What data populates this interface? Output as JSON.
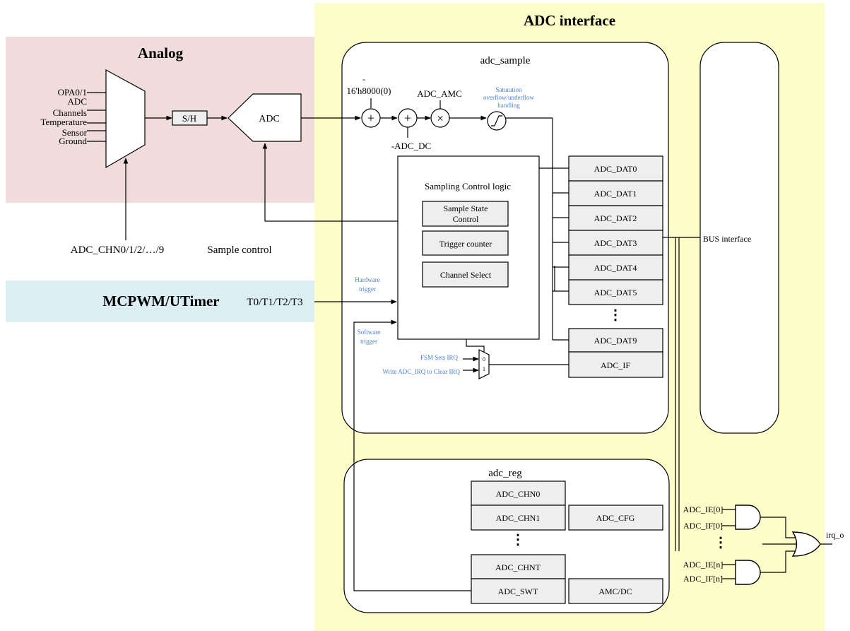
{
  "regions": {
    "adc_interface_title": "ADC interface",
    "analog_title": "Analog",
    "mcpwm_title": "MCPWM/UTimer"
  },
  "colors": {
    "adc_interface_bg": "#fdfdc9",
    "analog_bg": "#efdcdb",
    "mcpwm_bg": "#daeef3",
    "annotation_blue": "#4a7fd4",
    "register_fill": "#eeeeee"
  },
  "analog": {
    "mux_inputs": [
      "OPA0/1",
      "ADC",
      "Channels",
      "Temperature",
      "Sensor",
      "Ground"
    ],
    "sample_hold": "S/H",
    "adc": "ADC",
    "channel_select_label": "ADC_CHN0/1/2/…/9",
    "sample_control_label": "Sample control"
  },
  "mcpwm": {
    "triggers": "T0/T1/T2/T3",
    "hardware_trigger": [
      "Hardware",
      "trigger"
    ],
    "software_trigger": [
      "Software",
      "trigger"
    ]
  },
  "adc_sample": {
    "title": "adc_sample",
    "minus_sign": "-",
    "offset_const": "16'h8000(0)",
    "amc": "ADC_AMC",
    "dc": "-ADC_DC",
    "saturation": [
      "Saturation",
      "overflow/underflow",
      "handling"
    ],
    "adder_symbol": "+",
    "multiplier_symbol": "×",
    "control_logic": {
      "title": "Sampling Control logic",
      "state": [
        "Sample State",
        "Control"
      ],
      "trigger_counter": "Trigger counter",
      "channel_select": "Channel Select"
    },
    "data_registers": [
      "ADC_DAT0",
      "ADC_DAT1",
      "ADC_DAT2",
      "ADC_DAT3",
      "ADC_DAT4",
      "ADC_DAT5"
    ],
    "last_data_register": "ADC_DAT9",
    "interrupt_flag": "ADC_IF",
    "fsm_irq": "FSM Sets IRQ",
    "write_irq": "Write ADC_IRQ to Clear IRQ",
    "mux_zero": "0",
    "mux_one": "1",
    "ellipsis": "⋮"
  },
  "bus_interface": "BUS interface",
  "adc_reg": {
    "title": "adc_reg",
    "chn0": "ADC_CHN0",
    "chn1": "ADC_CHN1",
    "chnt": "ADC_CHNT",
    "swt": "ADC_SWT",
    "cfg": "ADC_CFG",
    "amc_dc": "AMC/DC",
    "ellipsis": "⋮"
  },
  "irq": {
    "ie0": "ADC_IE[0]",
    "if0": "ADC_IF[0]",
    "ien": "ADC_IE[n]",
    "ifn": "ADC_IF[n]",
    "output": "irq_o",
    "ellipsis": "⋮"
  }
}
